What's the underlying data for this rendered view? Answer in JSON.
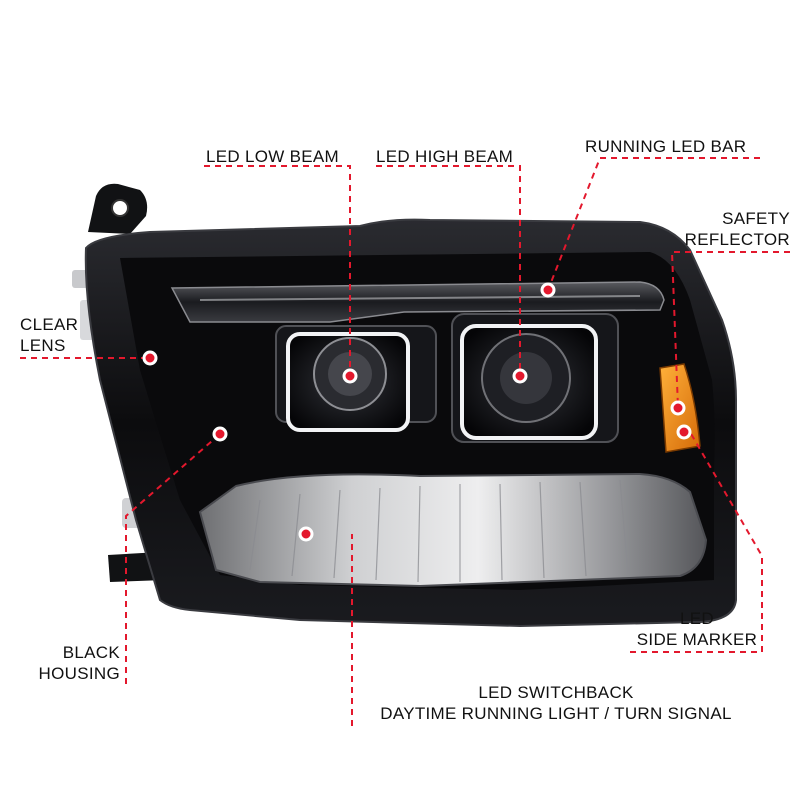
{
  "colors": {
    "accent": "#e3182d",
    "housing": "#0c0c0e",
    "chrome": "#cfd3d8",
    "amber": "#f08a12",
    "background": "#ffffff"
  },
  "callouts": {
    "led_low_beam": "LED LOW BEAM",
    "led_high_beam": "LED HIGH BEAM",
    "running_led_bar": "RUNNING LED BAR",
    "safety_reflector": [
      "SAFETY",
      "REFLECTOR"
    ],
    "clear_lens": [
      "CLEAR",
      "LENS"
    ],
    "black_housing": [
      "BLACK",
      "HOUSING"
    ],
    "led_side_marker": [
      "LED",
      "SIDE MARKER"
    ],
    "led_switchback": [
      "LED SWITCHBACK",
      "DAYTIME RUNNING LIGHT / TURN SIGNAL"
    ]
  }
}
